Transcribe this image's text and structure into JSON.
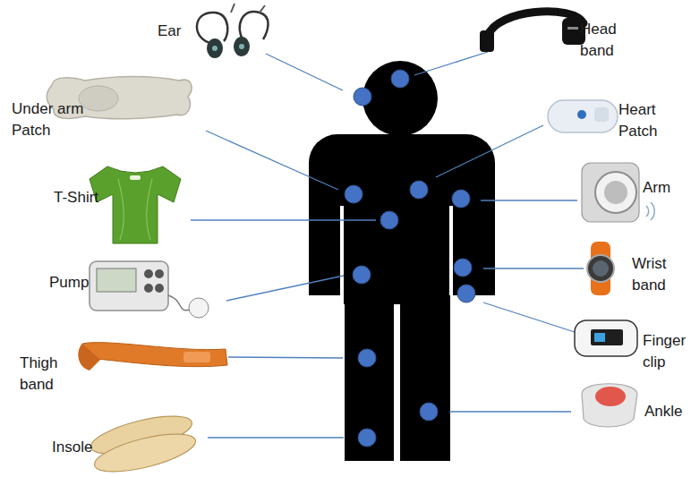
{
  "diagram": {
    "labels": [
      "Ear",
      "Head band",
      "Under arm Patch",
      "Heart Patch",
      "T-Shirt",
      "Arm",
      "Pump",
      "Wrist band",
      "Thigh band",
      "Finger clip",
      "Insole",
      "Ankle"
    ]
  }
}
